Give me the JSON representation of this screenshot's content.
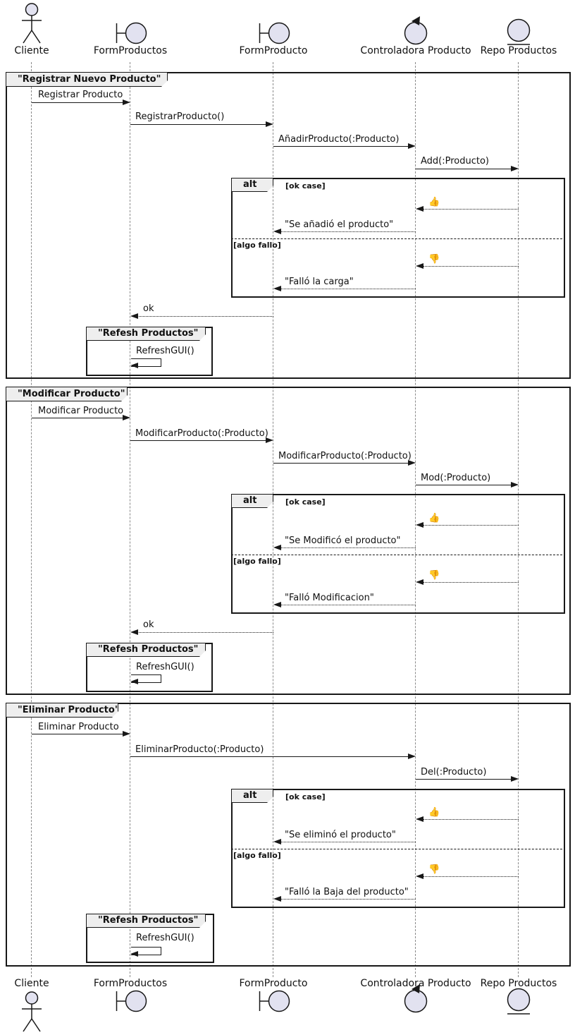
{
  "participants": {
    "cliente": "Cliente",
    "form_productos": "FormProductos",
    "form_producto": "FormProducto",
    "controladora": "Controladora Producto",
    "repo": "Repo Productos"
  },
  "fragment": {
    "alt": "alt",
    "guard_ok": "[ok case]",
    "guard_fail": "[algo fallo]",
    "thumbs_up": "👍",
    "thumbs_down": "👎"
  },
  "colors": {
    "shape_fill": "#E2E2F0",
    "line": "#181818",
    "tab_fill": "#EEEEEE"
  },
  "frame1": {
    "title": "\"Registrar Nuevo Producto\"",
    "m1": "Registrar Producto",
    "m2": "RegistrarProducto()",
    "m3": "AñadirProducto(:Producto)",
    "m4": "Add(:Producto)",
    "ret_ok": "\"Se añadió el producto\"",
    "ret_fail": "\"Falló la carga\"",
    "ok": "ok",
    "refresh_title": "\"Refesh Productos\"",
    "refresh_msg": "RefreshGUI()"
  },
  "frame2": {
    "title": "\"Modificar Producto\"",
    "m1": "Modificar Producto",
    "m2": "ModificarProducto(:Producto)",
    "m3": "ModificarProducto(:Producto)",
    "m4": "Mod(:Producto)",
    "ret_ok": "\"Se Modificó el producto\"",
    "ret_fail": "\"Falló Modificacion\"",
    "ok": "ok",
    "refresh_title": "\"Refesh Productos\"",
    "refresh_msg": "RefreshGUI()"
  },
  "frame3": {
    "title": "\"Eliminar Producto\"",
    "m1": "Eliminar Producto",
    "m2": "EliminarProducto(:Producto)",
    "m3": "Del(:Producto)",
    "ret_ok": "\"Se eliminó el producto\"",
    "ret_fail": "\"Falló la Baja del producto\"",
    "refresh_title": "\"Refesh Productos\"",
    "refresh_msg": "RefreshGUI()"
  }
}
